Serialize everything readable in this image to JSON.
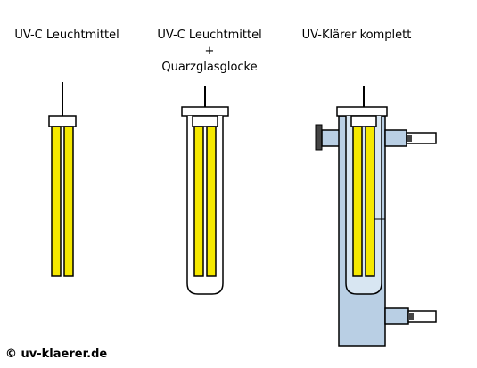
{
  "labels": {
    "lamp": "UV-C Leuchtmittel",
    "lamp_sleeve_line1": "UV-C Leuchtmittel",
    "lamp_sleeve_line2": "+",
    "lamp_sleeve_line3": "Quarzglasglocke",
    "complete": "UV-Klärer komplett"
  },
  "copyright": "© uv-klaerer.de",
  "colors": {
    "tube_fill": "#f5e800",
    "housing_fill": "#b9cfe4",
    "outline": "#000000",
    "background": "#ffffff"
  }
}
